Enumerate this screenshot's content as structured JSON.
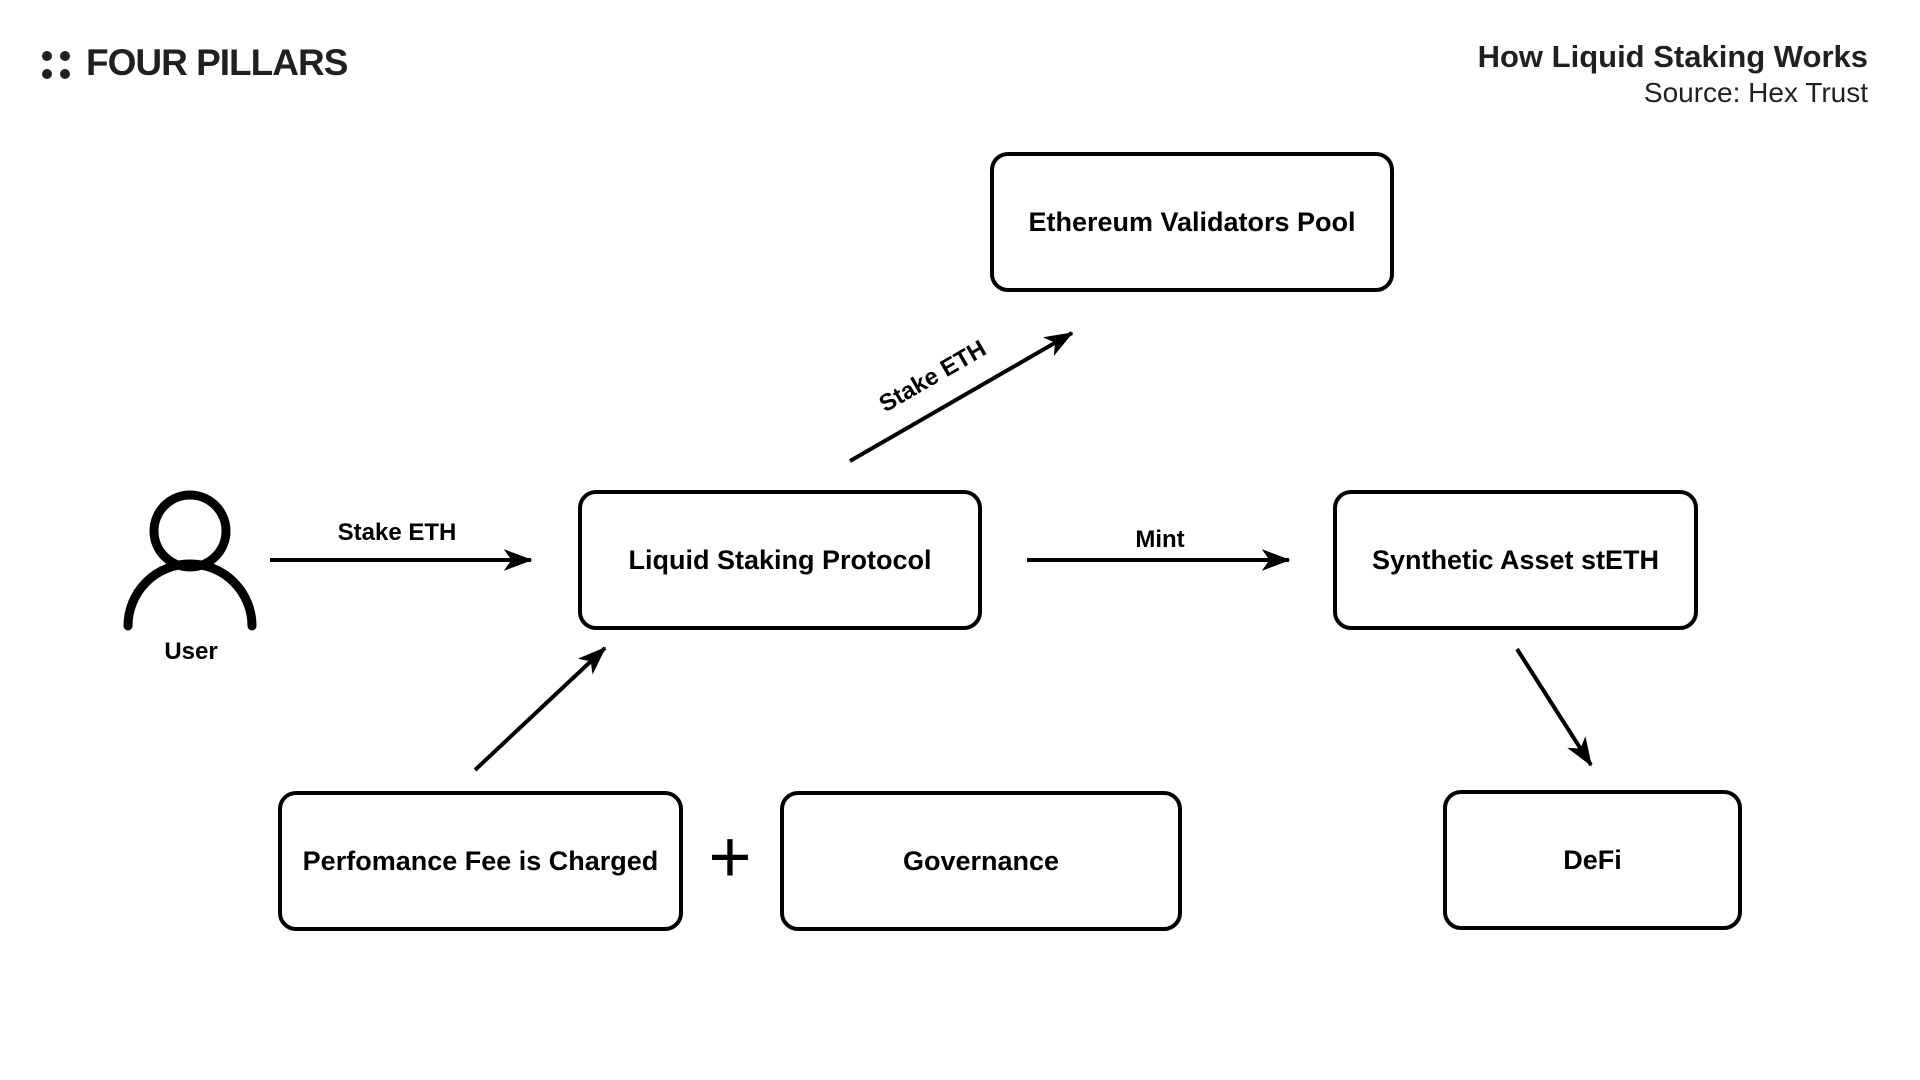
{
  "header": {
    "logo": "FOUR PILLARS",
    "title": "How Liquid Staking Works",
    "source": "Source: Hex Trust"
  },
  "nodes": {
    "validators_pool": "Ethereum Validators Pool",
    "protocol": "Liquid Staking Protocol",
    "synthetic": "Synthetic Asset stETH",
    "fee": "Perfomance Fee is Charged",
    "governance": "Governance",
    "defi": "DeFi"
  },
  "labels": {
    "user": "User",
    "stake_eth_user_to_protocol": "Stake ETH",
    "stake_eth_protocol_to_pool": "Stake ETH",
    "mint": "Mint",
    "plus": "+"
  },
  "colors": {
    "ink": "#000000",
    "header_ink": "#231f20",
    "background": "#ffffff"
  }
}
